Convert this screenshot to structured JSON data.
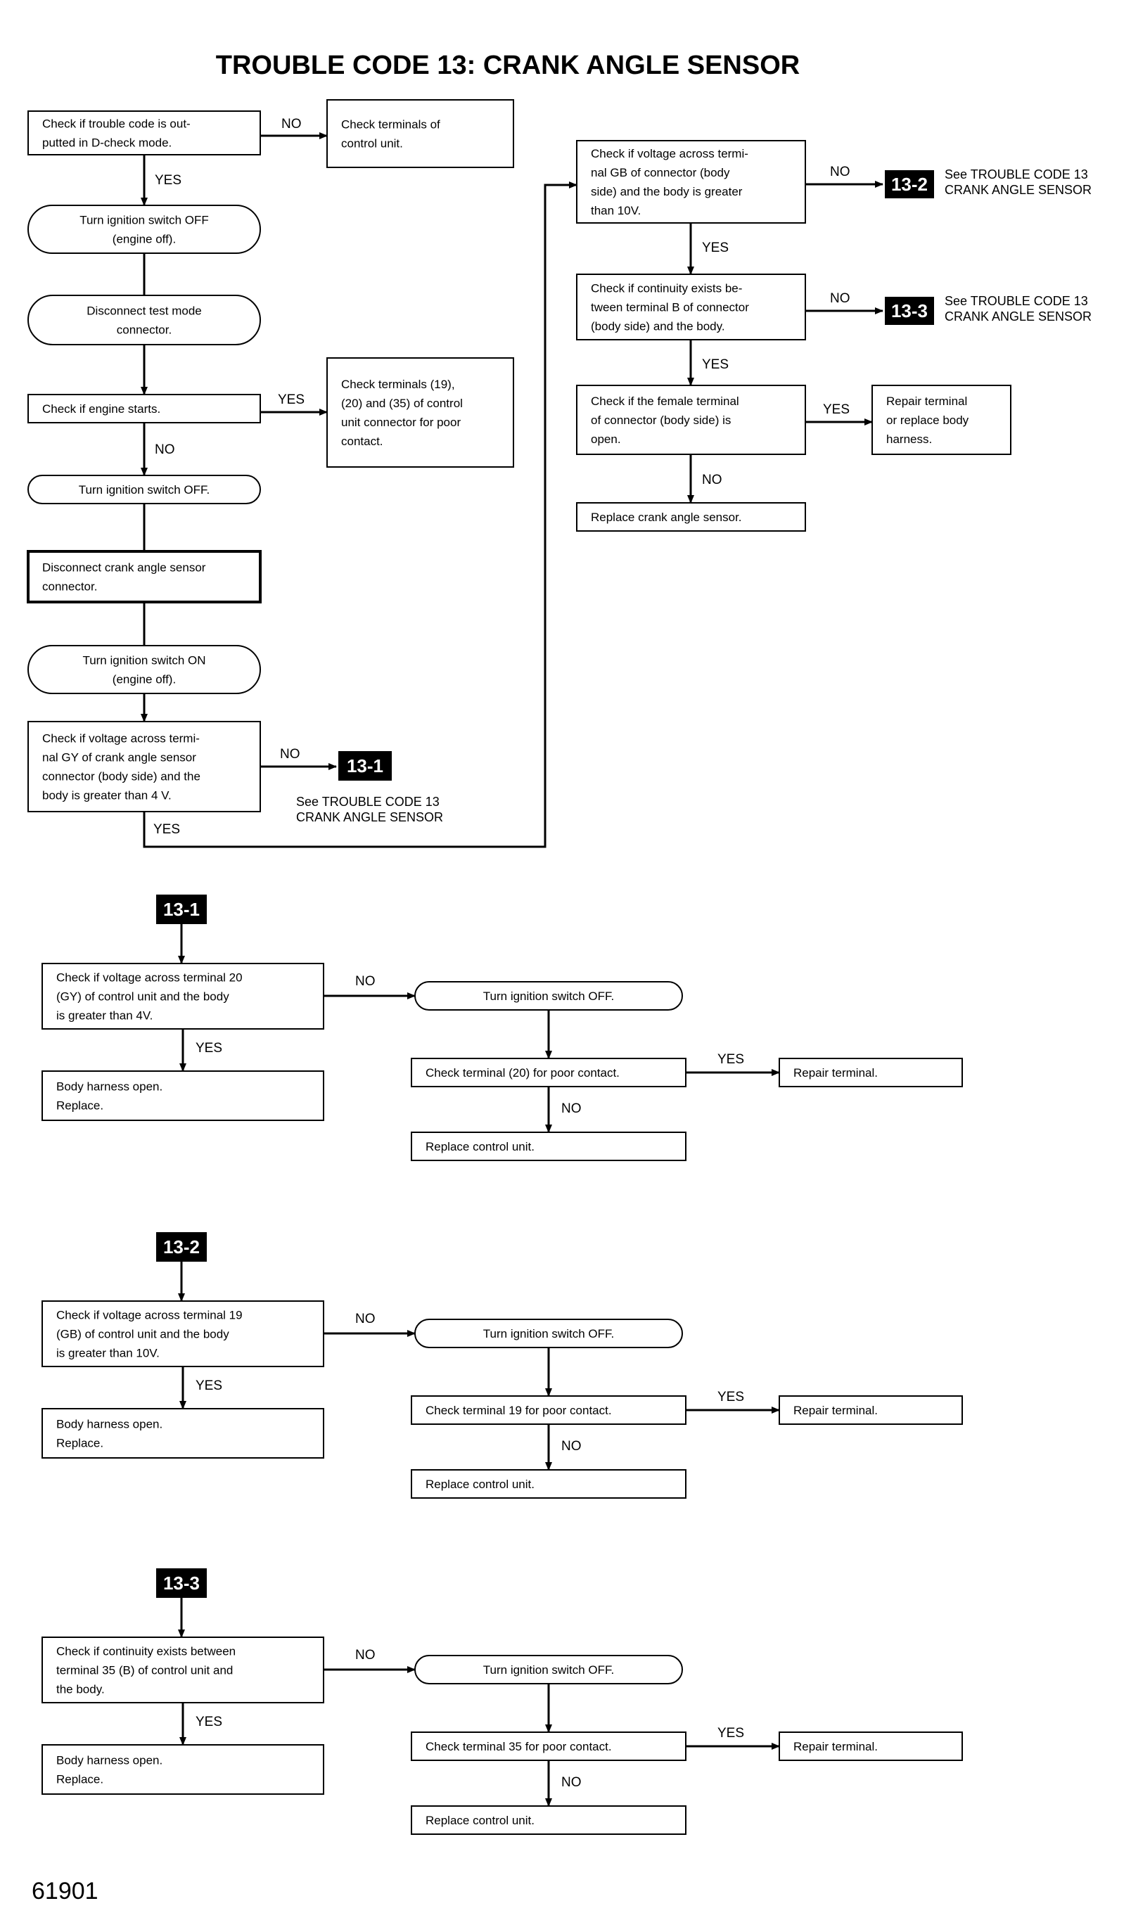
{
  "title": "TROUBLE CODE 13: CRANK ANGLE SENSOR",
  "figure_number": "61901",
  "labels": {
    "yes": "YES",
    "no": "NO"
  },
  "codes": {
    "c1": "13-1",
    "c2": "13-2",
    "c3": "13-3"
  },
  "refs": {
    "r1": [
      "See TROUBLE CODE 13",
      "CRANK ANGLE SENSOR"
    ],
    "r2": [
      "See TROUBLE CODE 13",
      "CRANK ANGLE SENSOR"
    ],
    "r3": [
      "See TROUBLE CODE 13",
      "CRANK ANGLE SENSOR"
    ]
  },
  "main_flow": {
    "n1": [
      "Check if trouble code is out-",
      "putted in D-check mode."
    ],
    "n1_no": [
      "Check terminals of",
      "control unit."
    ],
    "n2": [
      "Turn ignition switch OFF",
      "(engine off)."
    ],
    "n3": [
      "Disconnect test mode",
      "connector."
    ],
    "n4": [
      "Check if engine starts."
    ],
    "n4_yes": [
      "Check terminals (19),",
      "(20) and (35) of control",
      "unit connector for poor",
      "contact."
    ],
    "n5": [
      "Turn ignition switch OFF."
    ],
    "n6": [
      "Disconnect crank angle sensor",
      "connector."
    ],
    "n7": [
      "Turn ignition switch ON",
      "(engine off)."
    ],
    "n8": [
      "Check if voltage across termi-",
      "nal GY of crank angle sensor",
      "connector (body side) and the",
      "body is greater than 4 V."
    ],
    "r1": [
      "Check if voltage across termi-",
      "nal GB of connector (body",
      "side) and the body is greater",
      "than 10V."
    ],
    "r2": [
      "Check if continuity exists be-",
      "tween terminal B of connector",
      "(body side) and the body."
    ],
    "r3": [
      "Check if the female terminal",
      "of connector (body side) is",
      "open."
    ],
    "r3_yes": [
      "Repair terminal",
      "or replace body",
      "harness."
    ],
    "r4": [
      "Replace crank angle sensor."
    ]
  },
  "sub_13_1": {
    "check": [
      "Check if voltage across terminal 20",
      "(GY) of control unit and the body",
      "is greater than 4V."
    ],
    "yes": [
      "Body harness open.",
      "Replace."
    ],
    "off": [
      "Turn ignition switch OFF."
    ],
    "term": [
      "Check terminal (20) for poor contact."
    ],
    "repair": [
      "Repair terminal."
    ],
    "replace": [
      "Replace control unit."
    ]
  },
  "sub_13_2": {
    "check": [
      "Check if voltage across terminal 19",
      "(GB) of control unit and the body",
      "is greater than 10V."
    ],
    "yes": [
      "Body harness open.",
      "Replace."
    ],
    "off": [
      "Turn ignition switch OFF."
    ],
    "term": [
      "Check terminal 19 for poor contact."
    ],
    "repair": [
      "Repair terminal."
    ],
    "replace": [
      "Replace control unit."
    ]
  },
  "sub_13_3": {
    "check": [
      "Check if continuity exists between",
      "terminal 35 (B) of control unit and",
      "the body."
    ],
    "yes": [
      "Body harness open.",
      "Replace."
    ],
    "off": [
      "Turn ignition switch OFF."
    ],
    "term": [
      "Check terminal 35 for poor contact."
    ],
    "repair": [
      "Repair terminal."
    ],
    "replace": [
      "Replace control unit."
    ]
  }
}
